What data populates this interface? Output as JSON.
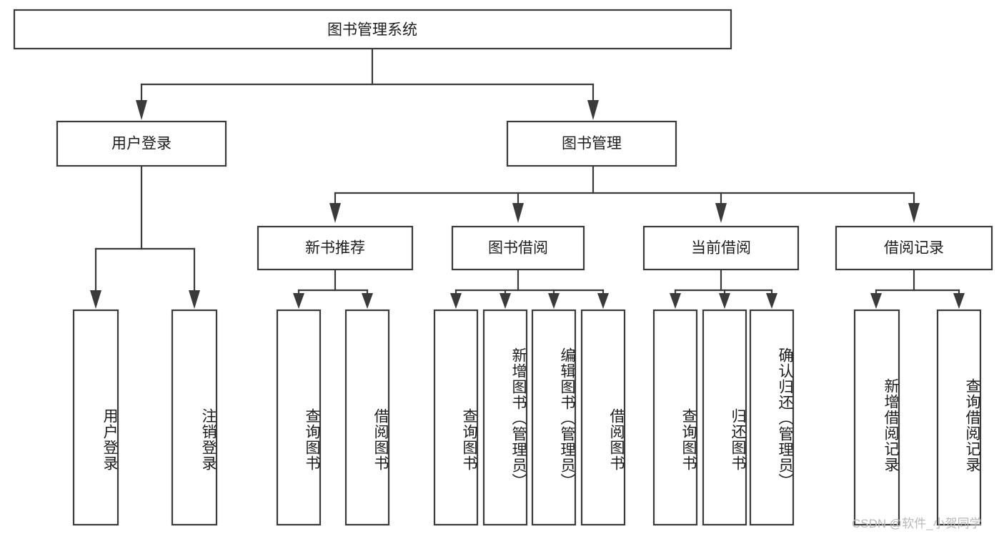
{
  "diagram": {
    "type": "tree-hierarchy",
    "title": "图书管理系统",
    "root": {
      "label": "图书管理系统"
    },
    "level2": [
      {
        "id": "user-login",
        "label": "用户登录"
      },
      {
        "id": "book-management",
        "label": "图书管理"
      }
    ],
    "level3": [
      {
        "id": "new-book-recommend",
        "label": "新书推荐"
      },
      {
        "id": "book-borrow",
        "label": "图书借阅"
      },
      {
        "id": "current-borrow",
        "label": "当前借阅"
      },
      {
        "id": "borrow-record",
        "label": "借阅记录"
      }
    ],
    "leaves": {
      "user_login": [
        {
          "id": "leaf-user-login",
          "label": "用户登录"
        },
        {
          "id": "leaf-logout",
          "label": "注销登录"
        }
      ],
      "new_book_recommend": [
        {
          "id": "leaf-query-book-1",
          "label": "查询图书"
        },
        {
          "id": "leaf-borrow-book-1",
          "label": "借阅图书"
        }
      ],
      "book_borrow": [
        {
          "id": "leaf-query-book-2",
          "label": "查询图书"
        },
        {
          "id": "leaf-add-book",
          "label": "新增图书（管理员）"
        },
        {
          "id": "leaf-edit-book",
          "label": "编辑图书（管理员）"
        },
        {
          "id": "leaf-borrow-book-2",
          "label": "借阅图书"
        }
      ],
      "current_borrow": [
        {
          "id": "leaf-query-book-3",
          "label": "查询图书"
        },
        {
          "id": "leaf-return-book",
          "label": "归还图书"
        },
        {
          "id": "leaf-confirm-return",
          "label": "确认归还（管理员）"
        }
      ],
      "borrow_record": [
        {
          "id": "leaf-add-record",
          "label": "新增借阅记录"
        },
        {
          "id": "leaf-query-record",
          "label": "查询借阅记录"
        }
      ]
    }
  },
  "watermark": {
    "text": "CSDN @软件_小贺同学"
  },
  "colors": {
    "stroke": "#3a3a3a",
    "box_fill": "#ffffff",
    "text": "#1c1c1c",
    "watermark": "#b9b9b9",
    "background": "#ffffff"
  }
}
